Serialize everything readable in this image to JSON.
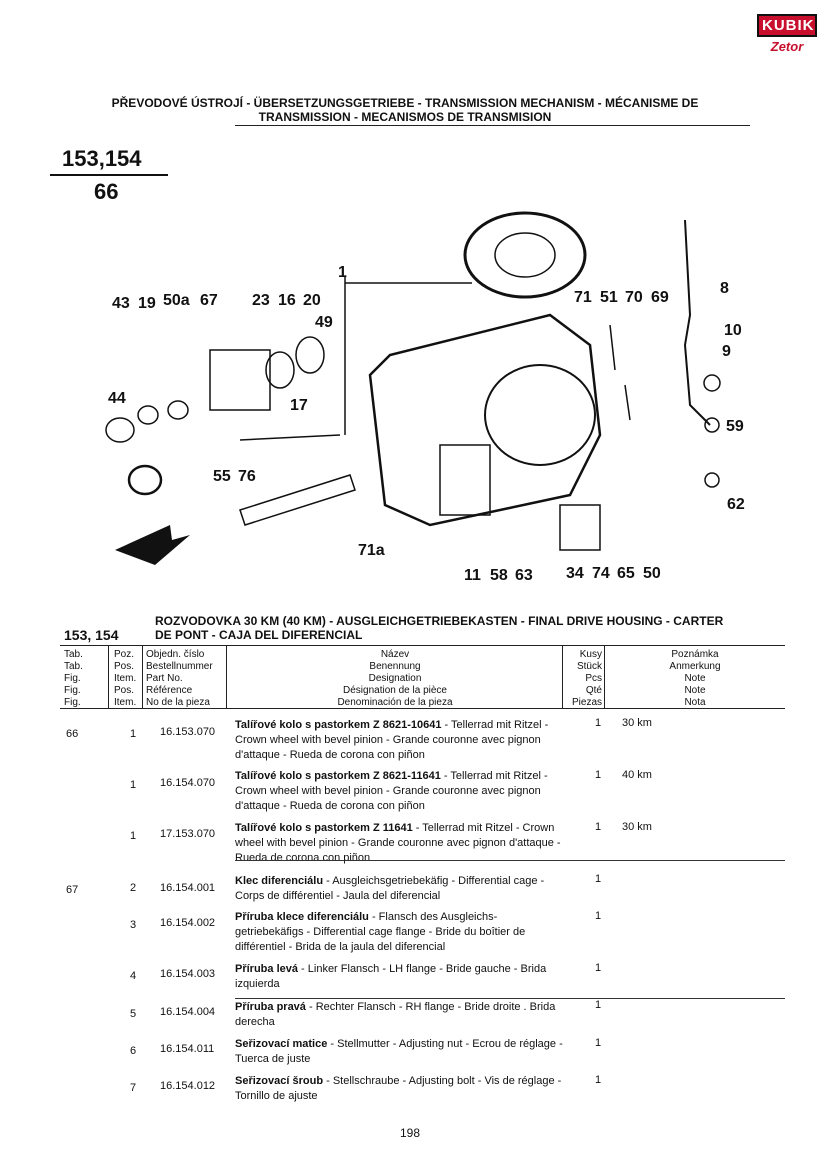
{
  "logo": {
    "brand": "KUBIK",
    "sub": "Zetor"
  },
  "header": {
    "line1": "PŘEVODOVÉ ÚSTROJÍ - ÜBERSETZUNGSGETRIEBE - TRANSMISSION MECHANISM - MÉCANISME DE",
    "line2": "TRANSMISSION - MECANISMOS DE TRANSMISION"
  },
  "figure": {
    "number_top": "153,154",
    "number_bottom": "66"
  },
  "callouts": {
    "c1": "1",
    "c43": "43",
    "c19": "19",
    "c50a": "50a",
    "c67": "67",
    "c23": "23",
    "c16": "16",
    "c20": "20",
    "c49": "49",
    "c17": "17",
    "c44": "44",
    "c55": "55",
    "c76": "76",
    "c71": "71",
    "c51": "51",
    "c70": "70",
    "c69": "69",
    "c8": "8",
    "c10": "10",
    "c9": "9",
    "c59": "59",
    "c62": "62",
    "c71a": "71a",
    "c11": "11",
    "c58": "58",
    "c63": "63",
    "c34": "34",
    "c74": "74",
    "c65": "65",
    "c50": "50"
  },
  "section": {
    "number": "153, 154",
    "title_line1": "ROZVODOVKA 30 KM (40 KM) - AUSGLEICHGETRIEBEKASTEN - FINAL DRIVE HOUSING - CARTER",
    "title_line2": "DE PONT - CAJA DEL DIFERENCIAL"
  },
  "table_header": {
    "tab": [
      "Tab.",
      "Tab.",
      "Fig.",
      "Fig.",
      "Fig."
    ],
    "pos": [
      "Poz.",
      "Pos.",
      "Item.",
      "Pos.",
      "Item."
    ],
    "num": [
      "Objedn. číslo",
      "Bestellnummer",
      "Part No.",
      "Référence",
      "No de la pieza"
    ],
    "desc": [
      "Název",
      "Benennung",
      "Designation",
      "Désignation de la pièce",
      "Denominación de la pieza"
    ],
    "qty": [
      "Kusy",
      "Stück",
      "Pcs",
      "Qté",
      "Piezas"
    ],
    "note": [
      "Poznámka",
      "Anmerkung",
      "Note",
      "Note",
      "Nota"
    ]
  },
  "rows": [
    {
      "tab": "66",
      "pos": "1",
      "num": "16.153.070",
      "bold": "Talířové kolo s pastorkem Z 8621-10641",
      "desc": " - Tellerrad mit Ritzel - Crown wheel with bevel pinion - Grande couronne avec pignon d'attaque - Rueda de corona con piñon",
      "qty": "1",
      "note": "30 km"
    },
    {
      "tab": "",
      "pos": "1",
      "num": "16.154.070",
      "bold": "Talířové kolo s pastorkem Z 8621-11641",
      "desc": " - Tellerrad mit Ritzel - Crown wheel with bevel pinion - Grande couronne avec pignon d'attaque - Rueda de corona con piñon",
      "qty": "1",
      "note": "40 km"
    },
    {
      "tab": "",
      "pos": "1",
      "num": "17.153.070",
      "bold": "Talířové kolo s pastorkem Z 11641",
      "desc": " - Tellerrad mit Ritzel - Crown wheel with bevel pinion - Grande couronne avec pignon d'attaque - Rueda de corona con piñon",
      "qty": "1",
      "note": "30 km"
    },
    {
      "tab": "67",
      "pos": "2",
      "num": "16.154.001",
      "bold": "Klec diferenciálu",
      "desc": " - Ausgleichsgetriebekäfig - Differential cage - Corps de différentiel - Jaula del diferencial",
      "qty": "1",
      "note": ""
    },
    {
      "tab": "",
      "pos": "3",
      "num": "16.154.002",
      "bold": "Příruba klece diferenciálu",
      "desc": " - Flansch des Ausgleichs-getriebekäfigs - Differential cage flange - Bride du boîtier de différentiel - Brida de la jaula del diferencial",
      "qty": "1",
      "note": ""
    },
    {
      "tab": "",
      "pos": "4",
      "num": "16.154.003",
      "bold": "Příruba levá",
      "desc": " - Linker Flansch - LH flange - Bride gauche - Brida izquierda",
      "qty": "1",
      "note": ""
    },
    {
      "tab": "",
      "pos": "5",
      "num": "16.154.004",
      "bold": "Příruba pravá",
      "desc": " - Rechter Flansch - RH flange - Bride droite . Brida derecha",
      "qty": "1",
      "note": ""
    },
    {
      "tab": "",
      "pos": "6",
      "num": "16.154.011",
      "bold": "Seřizovací matice",
      "desc": " - Stellmutter - Adjusting nut - Ecrou de réglage - Tuerca de juste",
      "qty": "1",
      "note": ""
    },
    {
      "tab": "",
      "pos": "7",
      "num": "16.154.012",
      "bold": "Seřizovací šroub",
      "desc": "  - Stellschraube - Adjusting bolt - Vis de réglage - Tornillo de ajuste",
      "qty": "1",
      "note": ""
    }
  ],
  "page_number": "198"
}
